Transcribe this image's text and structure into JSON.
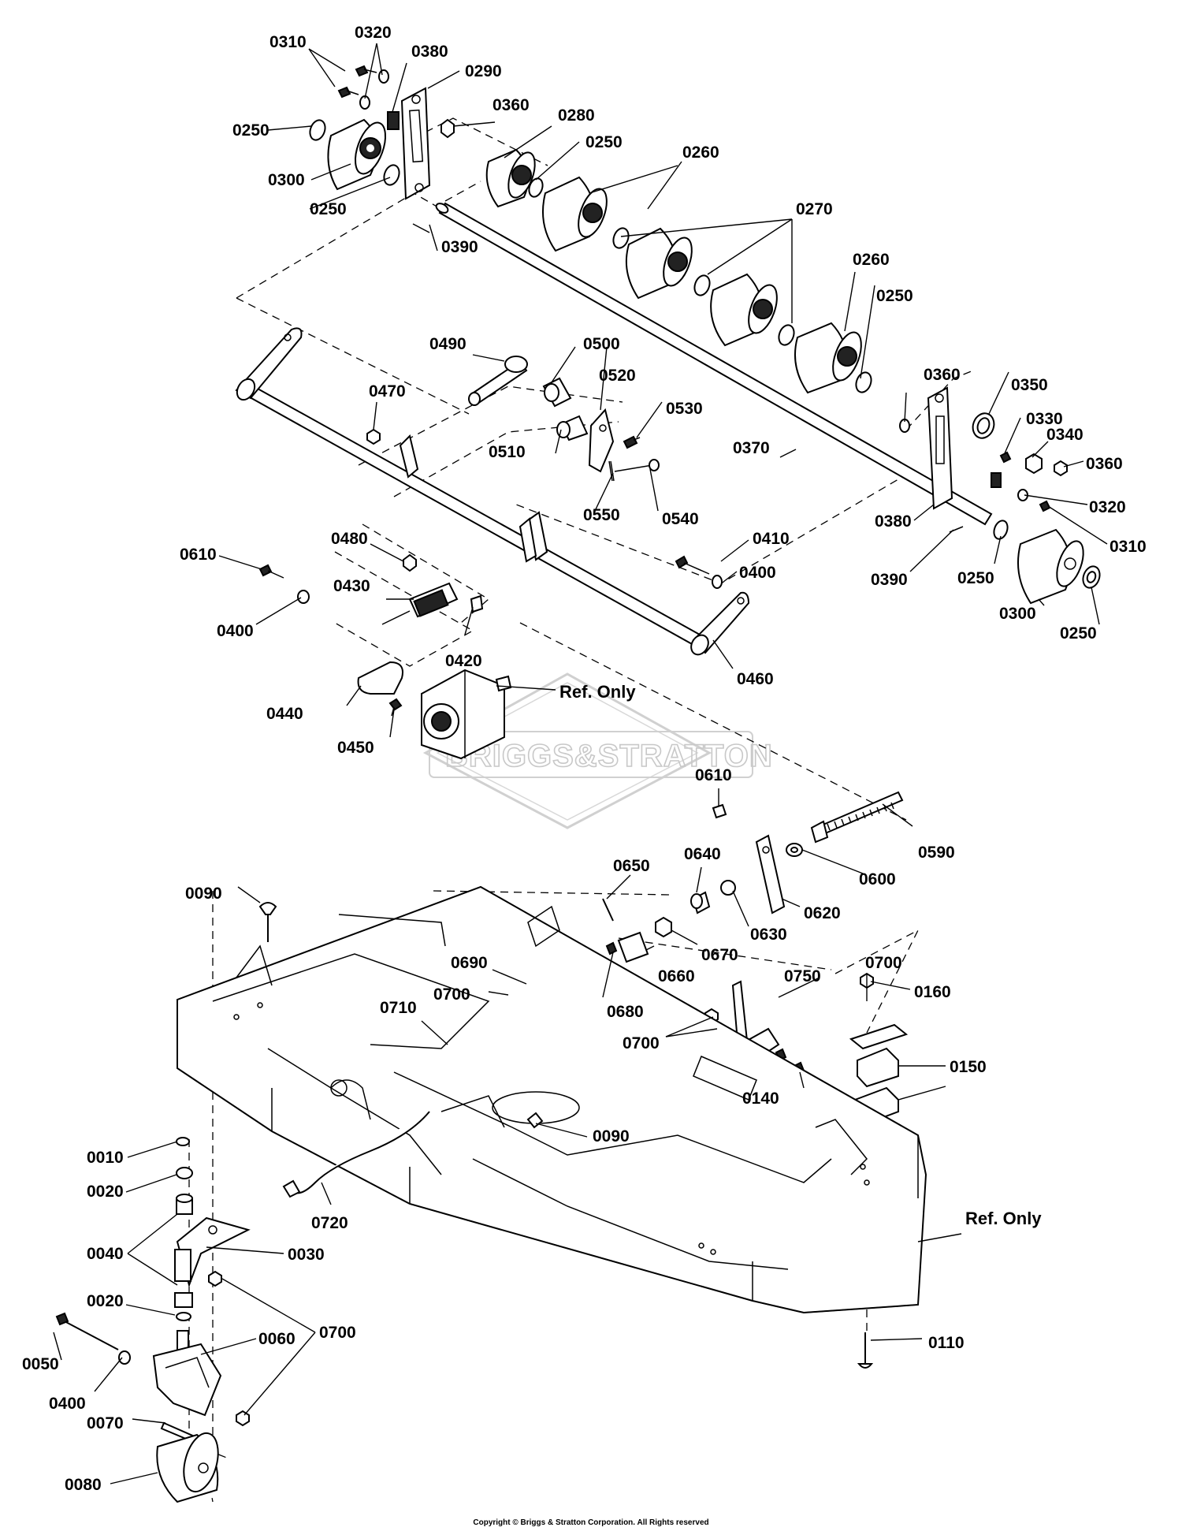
{
  "watermark": {
    "brand_text": "BRIGGS&STRATTON"
  },
  "notes": {
    "ref_only_top": "Ref. Only",
    "ref_only_bottom": "Ref. Only"
  },
  "copyright": "Copyright © Briggs & Stratton Corporation. All Rights reserved",
  "callouts": {
    "c0310a": "0310",
    "c0320a": "0320",
    "c0380a": "0380",
    "c0290": "0290",
    "c0250a": "0250",
    "c0360a": "0360",
    "c0280": "0280",
    "c0300a": "0300",
    "c0250b": "0250",
    "c0250c": "0250",
    "c0260a": "0260",
    "c0390a": "0390",
    "c0270": "0270",
    "c0260b": "0260",
    "c0250d": "0250",
    "c0490": "0490",
    "c0500": "0500",
    "c0520": "0520",
    "c0470": "0470",
    "c0530": "0530",
    "c0510": "0510",
    "c0370": "0370",
    "c0550": "0550",
    "c0540": "0540",
    "c0360b": "0360",
    "c0350": "0350",
    "c0330": "0330",
    "c0340": "0340",
    "c0360c": "0360",
    "c0320b": "0320",
    "c0380b": "0380",
    "c0310b": "0310",
    "c0390b": "0390",
    "c0250e": "0250",
    "c0300b": "0300",
    "c0250f": "0250",
    "c0480": "0480",
    "c0410": "0410",
    "c0400a": "0400",
    "c0610a": "0610",
    "c0430": "0430",
    "c0400b": "0400",
    "c0420": "0420",
    "c0440": "0440",
    "c0450": "0450",
    "c0460": "0460",
    "c0610b": "0610",
    "c0590": "0590",
    "c0640": "0640",
    "c0650": "0650",
    "c0600": "0600",
    "c0090a": "0090",
    "c0620": "0620",
    "c0630": "0630",
    "c0670": "0670",
    "c0690": "0690",
    "c0660": "0660",
    "c0700a": "0700",
    "c0750": "0750",
    "c0700b": "0700",
    "c0680": "0680",
    "c0710": "0710",
    "c0160": "0160",
    "c0700c": "0700",
    "c0150": "0150",
    "c0140": "0140",
    "c0090b": "0090",
    "c0010": "0010",
    "c0020a": "0020",
    "c0720": "0720",
    "c0040": "0040",
    "c0030": "0030",
    "c0020b": "0020",
    "c0700d": "0700",
    "c0060": "0060",
    "c0050": "0050",
    "c0400c": "0400",
    "c0070": "0070",
    "c0080": "0080",
    "c0110": "0110"
  }
}
